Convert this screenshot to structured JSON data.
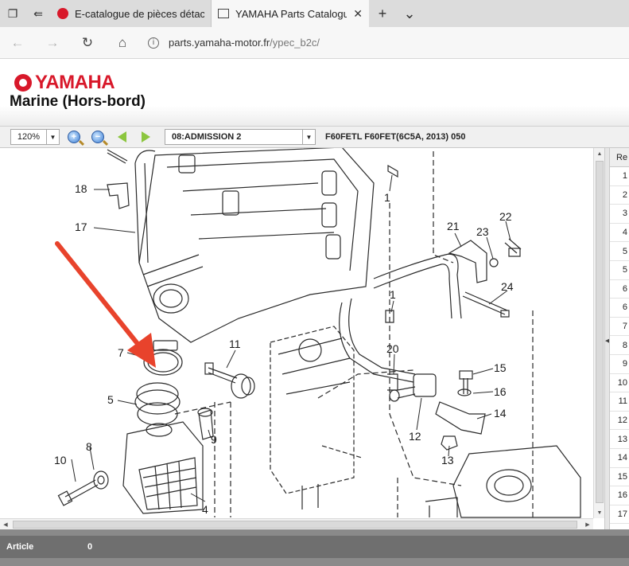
{
  "browser": {
    "tabs": [
      {
        "label": "E-catalogue de pièces détac",
        "active": false
      },
      {
        "label": "YAMAHA Parts Catalogu",
        "active": true
      }
    ],
    "address": {
      "domain": "parts.yamaha-motor.fr",
      "path": "/ypec_b2c/"
    },
    "icons": [
      "tab-manager-icon",
      "set-aside-icon",
      "back-arrow-icon",
      "forward-arrow-icon",
      "refresh-icon",
      "home-icon",
      "info-icon",
      "plus-icon",
      "chevron-down-icon"
    ]
  },
  "header": {
    "logo_text": "YAMAHA",
    "title": "Marine (Hors-bord)"
  },
  "toolbar": {
    "zoom": "120%",
    "section": "08:ADMISSION 2",
    "model": "F60FETL F60FET(6C5A, 2013) 050"
  },
  "diagram": {
    "callouts": [
      "18",
      "17",
      "7",
      "5",
      "8",
      "10",
      "4",
      "9",
      "11",
      "1",
      "1",
      "21",
      "22",
      "23",
      "24",
      "20",
      "15",
      "16",
      "14",
      "12",
      "13"
    ]
  },
  "ref_panel": {
    "header": "Re",
    "rows": [
      "1",
      "2",
      "3",
      "4",
      "5",
      "5",
      "6",
      "6",
      "7",
      "8",
      "9",
      "10",
      "11",
      "12",
      "13",
      "14",
      "15",
      "16",
      "17"
    ]
  },
  "footer": {
    "label": "Article",
    "count": "0"
  },
  "colors": {
    "brand": "#d8182a",
    "annotation_arrow": "#e8432c",
    "nav_arrows": "#8cc63f"
  }
}
